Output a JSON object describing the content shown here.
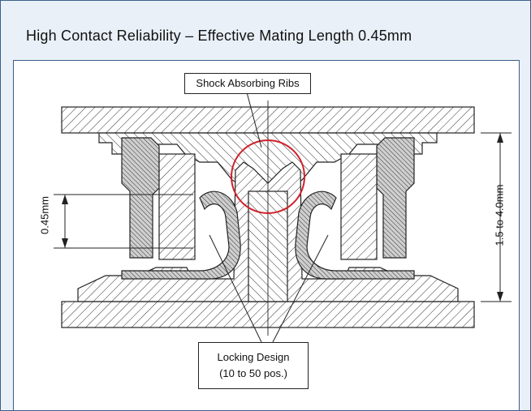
{
  "title": "High Contact Reliability – Effective Mating Length 0.45mm",
  "callouts": {
    "shock": "Shock Absorbing Ribs",
    "locking_line1": "Locking Design",
    "locking_line2": "(10 to 50 pos.)"
  },
  "dimensions": {
    "mating_length": "0.45mm",
    "stack_height": "1.5 to 4.0mm"
  },
  "colors": {
    "frame_bg": "#e9f0f8",
    "frame_border": "#3a5f8a",
    "highlight_circle": "#d0202a",
    "line": "#222222"
  }
}
